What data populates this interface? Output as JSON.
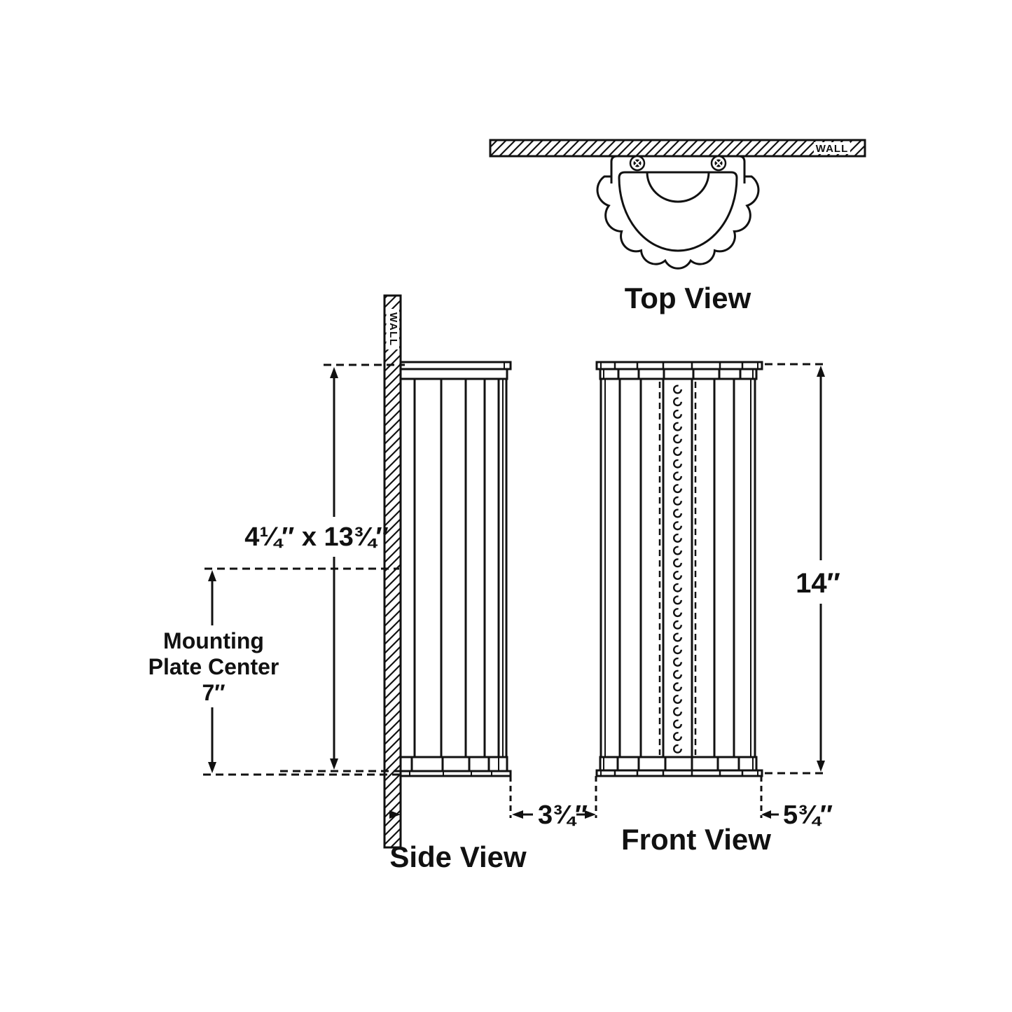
{
  "views": {
    "top": {
      "label": "Top View",
      "wall_label": "WALL"
    },
    "side": {
      "label": "Side View",
      "wall_label": "WALL",
      "backplate_dimension": "4¼″ x 13¾″",
      "mounting_line1": "Mounting",
      "mounting_line2": "Plate Center",
      "mounting_line3": "7″",
      "depth_dimension": "3¾″"
    },
    "front": {
      "label": "Front View",
      "height_dimension": "14″",
      "width_dimension": "5¾″"
    }
  },
  "colors": {
    "line": "#111111",
    "background": "#ffffff"
  }
}
